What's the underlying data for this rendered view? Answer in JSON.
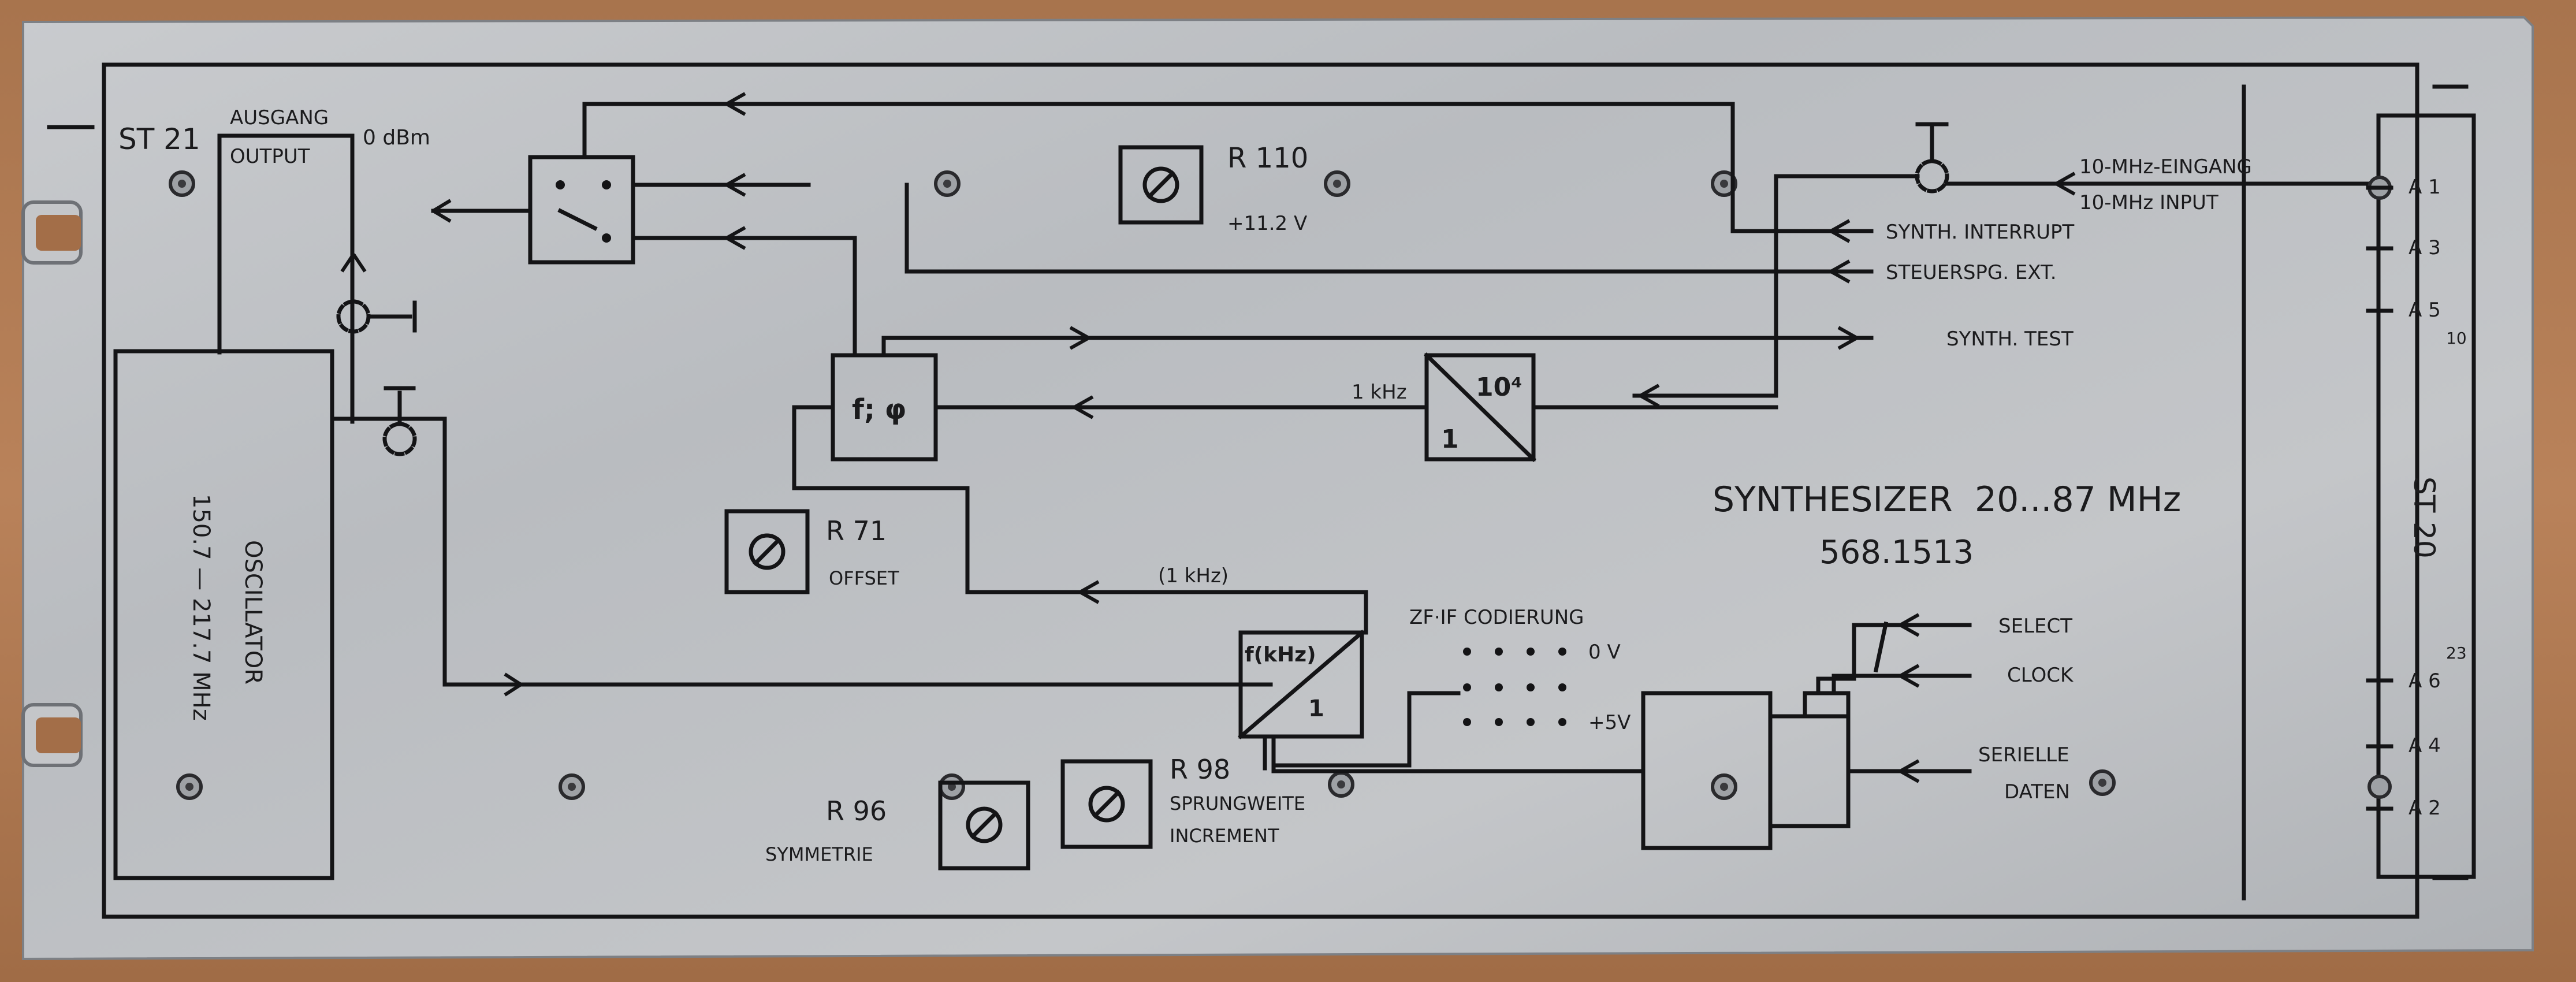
{
  "panel": {
    "connector_left": "ST 21",
    "connector_right": "ST 20",
    "output_de": "AUSGANG",
    "output_en": "OUTPUT",
    "output_level": "0 dBm",
    "ext_in_de": "10-MHz-EINGANG",
    "ext_in_en": "10-MHz INPUT",
    "oscillator_name": "OSCILLATOR",
    "oscillator_range": "150.7 — 217.7 MHz",
    "pot_r110": "R 110",
    "voltage": "+11.2 V",
    "pot_r71": "R 71",
    "offset": "OFFSET",
    "pot_r96": "R 96",
    "symmetrie": "SYMMETRIE",
    "pot_r98": "R 98",
    "sprungweite": "SPRUNGWEITE",
    "increment": "INCREMENT",
    "synth_interrupt": "SYNTH. INTERRUPT",
    "steuerspg": "STEUERSPG. EXT.",
    "synth_test": "SYNTH. TEST",
    "phase_det": "f; φ",
    "freq_1khz": "1 kHz",
    "divider_top": "10⁴",
    "divider_bottom": "1",
    "freq_1khz_paren": "(1 kHz)",
    "prog_div_top": "f(kHz)",
    "prog_div_bottom": "1",
    "zf_codierung": "ZF·IF CODIERUNG",
    "zero_v": "0 V",
    "plus_5v": "+5V",
    "select": "SELECT",
    "clock": "CLOCK",
    "serielle": "SERIELLE",
    "daten": "DATEN",
    "title": "SYNTHESIZER  20...87 MHz",
    "part_number": "568.1513",
    "pins": [
      "A 1",
      "A 3",
      "A 5",
      "A 6",
      "A 4",
      "A 2"
    ],
    "pin_10": "10",
    "pin_23": "23"
  }
}
